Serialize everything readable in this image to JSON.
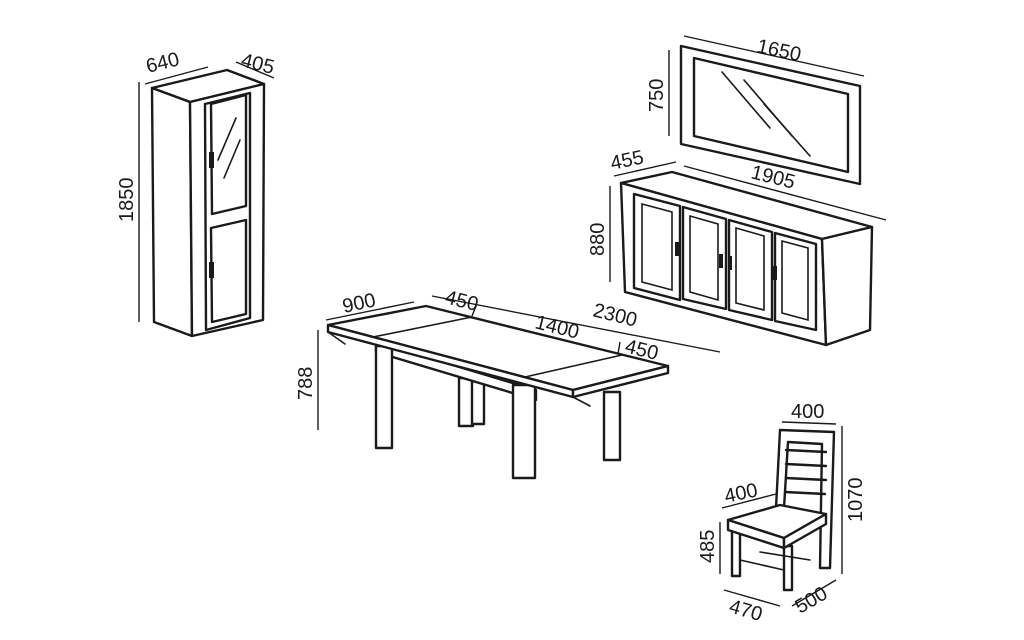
{
  "colors": {
    "line": "#1a1a1a",
    "background": "#ffffff"
  },
  "furniture": {
    "cabinet": {
      "width": "640",
      "depth": "405",
      "height": "1850"
    },
    "mirror": {
      "width": "1650",
      "height": "750"
    },
    "sideboard": {
      "depth": "455",
      "width": "1905",
      "height": "880"
    },
    "table": {
      "depth": "900",
      "extension_left": "450",
      "length": "1400",
      "extension_right": "450",
      "extended_length": "2300",
      "height": "788"
    },
    "chair": {
      "back_width": "400",
      "seat_width": "400",
      "seat_height": "485",
      "height": "1070",
      "width": "470",
      "depth": "500"
    }
  }
}
